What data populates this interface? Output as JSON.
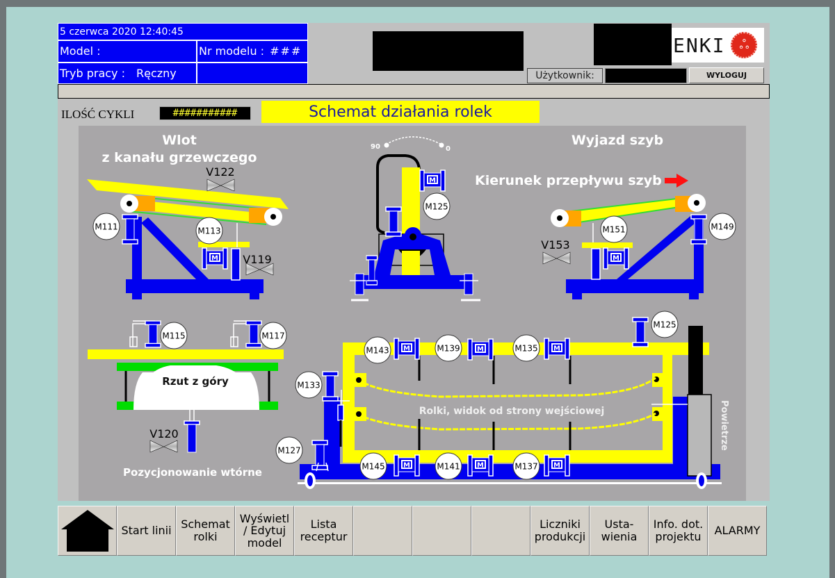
{
  "header": {
    "datetime": "5 czerwca 2020 12:40:45",
    "model_label": "Model :",
    "model_value": "",
    "model_nr_label": "Nr modelu :",
    "model_nr_value": "###",
    "mode_label": "Tryb pracy :",
    "mode_value": "Ręczny",
    "logo_text": "ENKI",
    "user_label": "Użytkownik:",
    "user_value": "",
    "logout_label": "WYLOGUJ"
  },
  "cycles": {
    "label": "ILOŚĆ CYKLI",
    "value": "###########"
  },
  "page_title": "Schemat działania rolek",
  "diagram": {
    "labels": {
      "inlet_line1": "Wlot",
      "inlet_line2": "z kanału grzewczego",
      "outlet": "Wyjazd szyb",
      "flow_direction": "Kierunek przepływu szyb",
      "top_view": "Rzut z góry",
      "secondary_positioning": "Pozycjonowanie wtórne",
      "rollers_view": "Rolki, widok od strony wejściowej",
      "air": "Powietrze",
      "angle_90": "90",
      "angle_0": "0"
    },
    "valves": [
      {
        "id": "V122",
        "label": "V122"
      },
      {
        "id": "V119",
        "label": "V119"
      },
      {
        "id": "V153",
        "label": "V153"
      },
      {
        "id": "V120",
        "label": "V120"
      }
    ],
    "motors": [
      {
        "id": "M111",
        "label": "M111"
      },
      {
        "id": "M113",
        "label": "M113"
      },
      {
        "id": "M125a",
        "label": "M125"
      },
      {
        "id": "M151",
        "label": "M151"
      },
      {
        "id": "M149",
        "label": "M149"
      },
      {
        "id": "M115",
        "label": "M115"
      },
      {
        "id": "M117",
        "label": "M117"
      },
      {
        "id": "M125b",
        "label": "M125"
      },
      {
        "id": "M143",
        "label": "M143"
      },
      {
        "id": "M139",
        "label": "M139"
      },
      {
        "id": "M135",
        "label": "M135"
      },
      {
        "id": "M133",
        "label": "M133"
      },
      {
        "id": "M127",
        "label": "M127"
      },
      {
        "id": "M145",
        "label": "M145"
      },
      {
        "id": "M141",
        "label": "M141"
      },
      {
        "id": "M137",
        "label": "M137"
      }
    ],
    "motor_glyph": "M",
    "colors": {
      "frame": "#0000f0",
      "belt": "#ffff00",
      "roller": "#ffa500",
      "belt_edge": "#33dd33",
      "pad": "#00dd00",
      "arrow": "#ff1010",
      "background": "#a8a6a8"
    }
  },
  "footer": {
    "buttons": [
      {
        "id": "home",
        "label": ""
      },
      {
        "id": "start-line",
        "label": "Start linii"
      },
      {
        "id": "roller-schema",
        "label": "Schemat\nrolki"
      },
      {
        "id": "edit-model",
        "label": "Wyświetl\n/ Edytuj\nmodel"
      },
      {
        "id": "recipes",
        "label": "Lista\nreceptur"
      },
      {
        "id": "empty-1",
        "label": ""
      },
      {
        "id": "empty-2",
        "label": ""
      },
      {
        "id": "empty-3",
        "label": ""
      },
      {
        "id": "production-counters",
        "label": "Liczniki\nprodukcji"
      },
      {
        "id": "settings",
        "label": "Usta-\nwienia"
      },
      {
        "id": "project-info",
        "label": "Info. dot.\nprojektu"
      },
      {
        "id": "alarms",
        "label": "ALARMY"
      }
    ]
  }
}
